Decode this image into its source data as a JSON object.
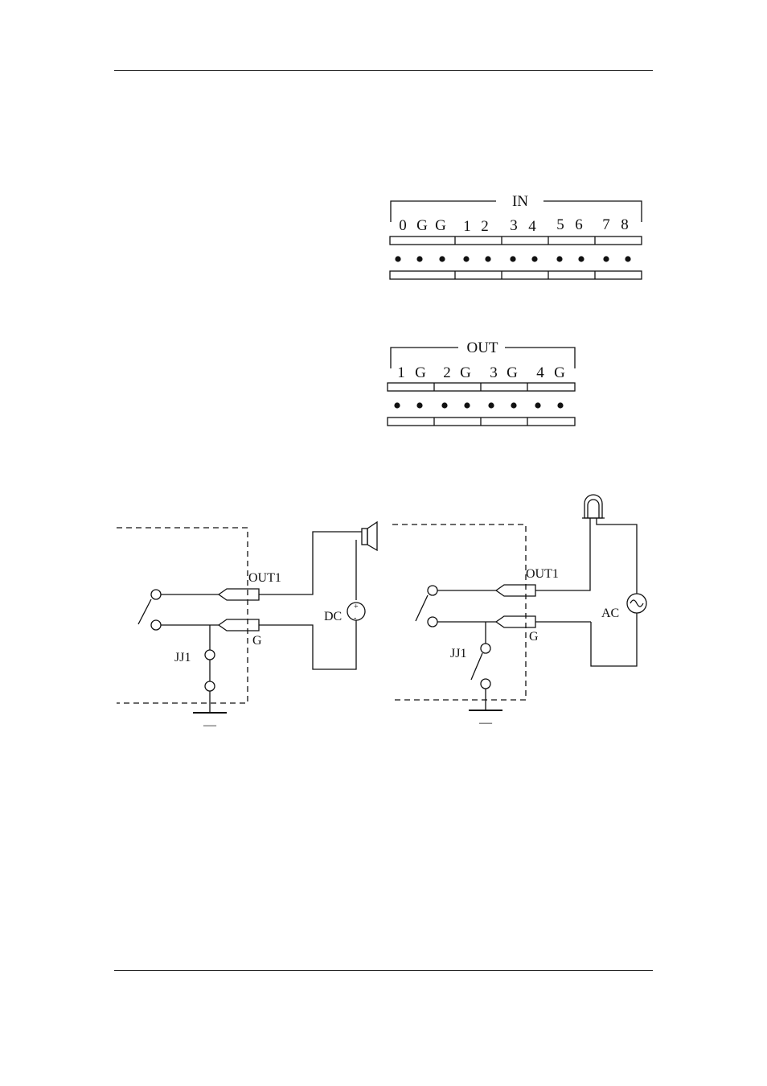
{
  "in_block": {
    "title": "IN",
    "terminals": [
      "0",
      "G",
      "G",
      "1",
      "2",
      "3",
      "4",
      "5",
      "6",
      "7",
      "8"
    ]
  },
  "out_block": {
    "title": "OUT",
    "terminals": [
      "1",
      "G",
      "2",
      "G",
      "3",
      "G",
      "4",
      "G"
    ]
  },
  "circuit_dc": {
    "out_label": "OUT1",
    "g_label": "G",
    "relay_label": "JJ1",
    "source_label": "DC",
    "plus": "+",
    "minus": "-",
    "ground": "—"
  },
  "circuit_ac": {
    "out_label": "OUT1",
    "g_label": "G",
    "relay_label": "JJ1",
    "source_label": "AC",
    "ground": "—"
  }
}
